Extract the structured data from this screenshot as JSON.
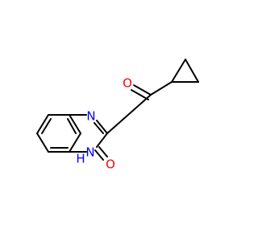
{
  "molecule": {
    "atoms": {
      "o_ketone": {
        "symbol": "O",
        "color": "#ff0000"
      },
      "n_ring": {
        "symbol": "N",
        "color": "#0000ff"
      },
      "nh_ring": {
        "symbol": "N",
        "color": "#0000ff"
      },
      "nh_h": {
        "symbol": "H",
        "color": "#0000ff"
      },
      "o_ring": {
        "symbol": "O",
        "color": "#ff0000"
      }
    },
    "bond_color": "#000000"
  }
}
